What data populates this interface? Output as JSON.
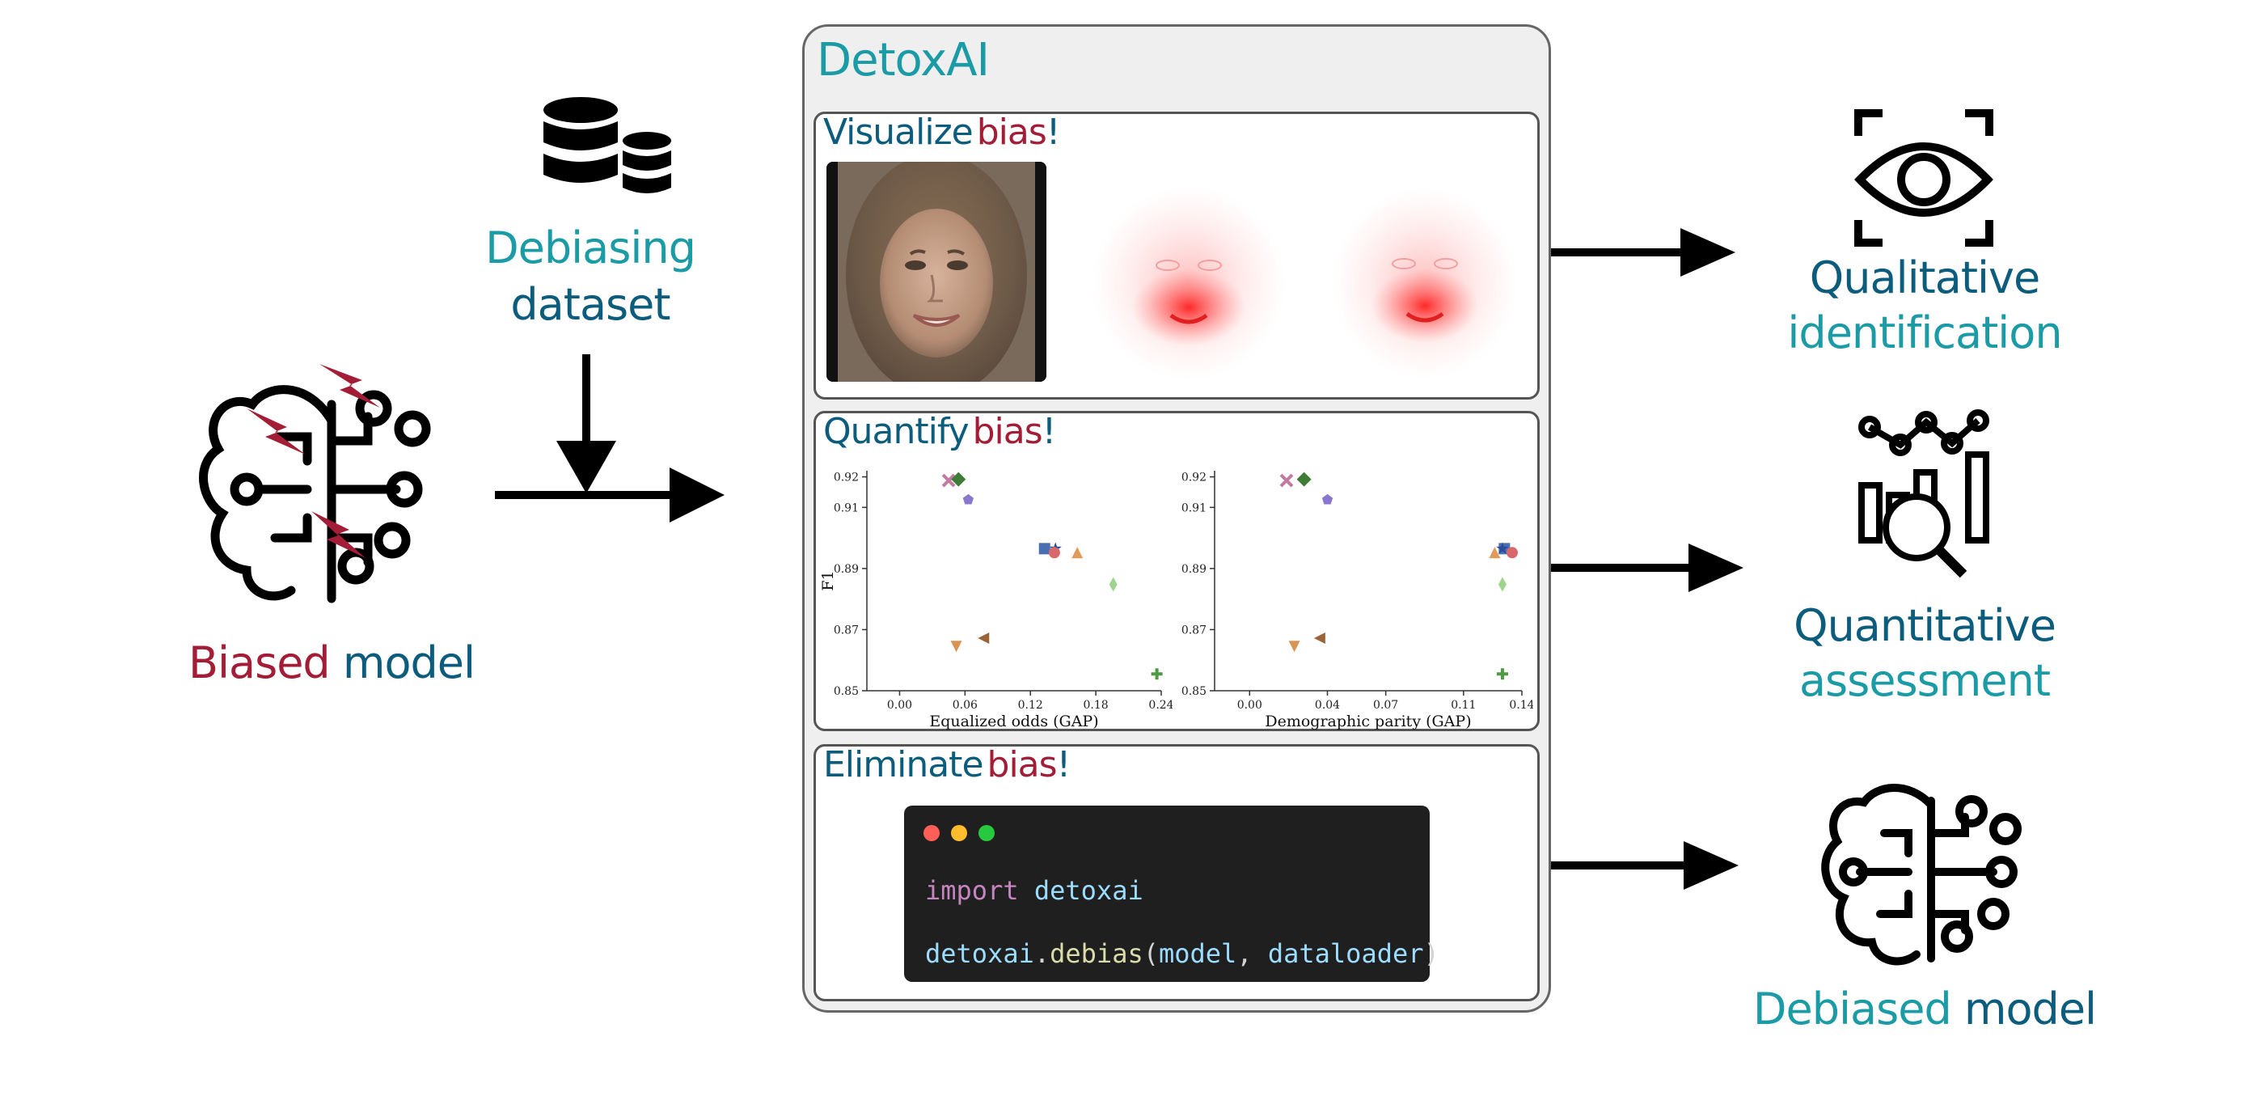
{
  "left": {
    "dataset": {
      "word1": "Debiasing",
      "word2": "dataset",
      "icon": "database-icon"
    },
    "model": {
      "word1": "Biased",
      "word2": "model",
      "icon": "brain-circuit-icon"
    }
  },
  "center": {
    "title": "DetoxAI",
    "visualize": {
      "verb": "Visualize",
      "noun": "bias",
      "suffix": "!"
    },
    "quantify": {
      "verb": "Quantify",
      "noun": "bias",
      "suffix": "!"
    },
    "eliminate": {
      "verb": "Eliminate",
      "noun": "bias",
      "suffix": "!"
    },
    "code": {
      "line1_kw": "import",
      "line1_mod": "detoxai",
      "line2_obj": "detoxai",
      "line2_dot": ".",
      "line2_fn": "debias",
      "line2_open": "(",
      "line2_arg1": "model",
      "line2_sep": ", ",
      "line2_arg2": "dataloader",
      "line2_close": ")"
    }
  },
  "right": {
    "qualitative": {
      "word1": "Qualitative",
      "word2": "identification",
      "icon": "eye-scan-icon"
    },
    "quantitative": {
      "word1": "Quantitative",
      "word2": "assessment",
      "icon": "chart-magnifier-icon"
    },
    "debiased": {
      "word1": "Debiased",
      "word2": "model",
      "icon": "brain-circuit-icon"
    }
  },
  "colors": {
    "teal": "#1a9ba6",
    "navy": "#0c5d7d",
    "crimson": "#a31d37",
    "panel_bg": "#efefef"
  },
  "chart_data": [
    {
      "type": "scatter",
      "xlabel": "Equalized odds (GAP)",
      "ylabel": "F1",
      "xticks": [
        "0.00",
        "0.06",
        "0.12",
        "0.18",
        "0.24"
      ],
      "yticks": [
        "0.85",
        "0.87",
        "0.89",
        "0.91",
        "0.92"
      ],
      "xlim": [
        -0.03,
        0.24
      ],
      "ylim": [
        0.85,
        0.922
      ],
      "points": [
        {
          "x": 0.045,
          "y": 0.9188,
          "marker": "x",
          "color": "#c27ba0"
        },
        {
          "x": 0.054,
          "y": 0.9192,
          "marker": "diamond",
          "color": "#3e7b34"
        },
        {
          "x": 0.063,
          "y": 0.9125,
          "marker": "pentagon",
          "color": "#8877cc"
        },
        {
          "x": 0.133,
          "y": 0.8965,
          "marker": "square",
          "color": "#4a6fb0"
        },
        {
          "x": 0.143,
          "y": 0.8965,
          "marker": "star",
          "color": "#2a4a9a"
        },
        {
          "x": 0.142,
          "y": 0.8952,
          "marker": "circle",
          "color": "#d9686a"
        },
        {
          "x": 0.163,
          "y": 0.8952,
          "marker": "triangle-up",
          "color": "#e09a5a"
        },
        {
          "x": 0.196,
          "y": 0.8848,
          "marker": "thin-diamond",
          "color": "#9fd48f"
        },
        {
          "x": 0.052,
          "y": 0.8645,
          "marker": "triangle-down",
          "color": "#d99352"
        },
        {
          "x": 0.077,
          "y": 0.8672,
          "marker": "triangle-left",
          "color": "#9b6337"
        },
        {
          "x": 0.236,
          "y": 0.8555,
          "marker": "plus",
          "color": "#4f9a44"
        }
      ]
    },
    {
      "type": "scatter",
      "xlabel": "Demographic parity (GAP)",
      "ylabel": "",
      "xticks": [
        "0.00",
        "0.04",
        "0.07",
        "0.11",
        "0.14"
      ],
      "yticks": [
        "0.85",
        "0.87",
        "0.89",
        "0.91",
        "0.92"
      ],
      "xlim": [
        -0.018,
        0.14
      ],
      "ylim": [
        0.85,
        0.922
      ],
      "points": [
        {
          "x": 0.019,
          "y": 0.9188,
          "marker": "x",
          "color": "#c27ba0"
        },
        {
          "x": 0.028,
          "y": 0.9192,
          "marker": "diamond",
          "color": "#3e7b34"
        },
        {
          "x": 0.04,
          "y": 0.9125,
          "marker": "pentagon",
          "color": "#8877cc"
        },
        {
          "x": 0.131,
          "y": 0.8965,
          "marker": "square",
          "color": "#4a6fb0"
        },
        {
          "x": 0.13,
          "y": 0.8965,
          "marker": "star",
          "color": "#2a4a9a"
        },
        {
          "x": 0.135,
          "y": 0.8952,
          "marker": "circle",
          "color": "#d9686a"
        },
        {
          "x": 0.126,
          "y": 0.8952,
          "marker": "triangle-up",
          "color": "#e09a5a"
        },
        {
          "x": 0.13,
          "y": 0.8848,
          "marker": "thin-diamond",
          "color": "#9fd48f"
        },
        {
          "x": 0.023,
          "y": 0.8645,
          "marker": "triangle-down",
          "color": "#d99352"
        },
        {
          "x": 0.036,
          "y": 0.8672,
          "marker": "triangle-left",
          "color": "#9b6337"
        },
        {
          "x": 0.13,
          "y": 0.8555,
          "marker": "plus",
          "color": "#4f9a44"
        }
      ]
    }
  ]
}
